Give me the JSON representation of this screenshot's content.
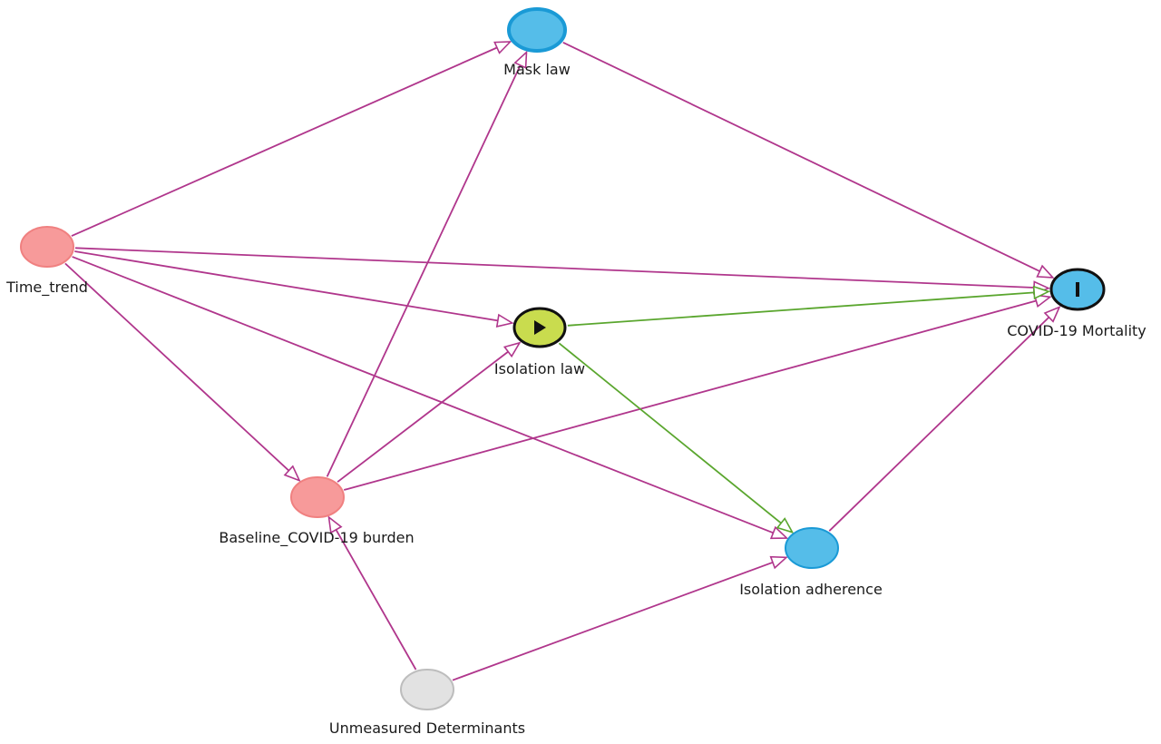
{
  "nodes": {
    "mask_law": {
      "label": "Mask law",
      "role": "other-intervention",
      "fill": "#55bde9",
      "stroke": "#1a9ad6"
    },
    "time_trend": {
      "label": "Time_trend",
      "role": "confounder",
      "fill": "#f79a9a",
      "stroke": "#f08080"
    },
    "isolation_law": {
      "label": "Isolation law",
      "role": "exposure",
      "fill": "#c9dc4e",
      "stroke": "#111111",
      "icon": "play-icon"
    },
    "covid_mortality": {
      "label": "COVID-19 Mortality",
      "role": "outcome",
      "fill": "#55bde9",
      "stroke": "#111111",
      "icon": "bar-icon"
    },
    "baseline_burden": {
      "label": "Baseline_COVID-19 burden",
      "role": "confounder",
      "fill": "#f79a9a",
      "stroke": "#f08080"
    },
    "isolation_adherence": {
      "label": "Isolation adherence",
      "role": "mediator",
      "fill": "#55bde9",
      "stroke": "#1a9ad6"
    },
    "unmeasured_determinants": {
      "label": "Unmeasured Determinants",
      "role": "unobserved",
      "fill": "#e2e2e2",
      "stroke": "#bdbdbd"
    }
  },
  "edges": [
    {
      "from": "time_trend",
      "to": "mask_law",
      "kind": "biasing"
    },
    {
      "from": "time_trend",
      "to": "covid_mortality",
      "kind": "biasing"
    },
    {
      "from": "time_trend",
      "to": "isolation_law",
      "kind": "biasing"
    },
    {
      "from": "time_trend",
      "to": "baseline_burden",
      "kind": "biasing"
    },
    {
      "from": "time_trend",
      "to": "isolation_adherence",
      "kind": "biasing"
    },
    {
      "from": "mask_law",
      "to": "covid_mortality",
      "kind": "biasing"
    },
    {
      "from": "baseline_burden",
      "to": "mask_law",
      "kind": "biasing"
    },
    {
      "from": "baseline_burden",
      "to": "isolation_law",
      "kind": "biasing"
    },
    {
      "from": "baseline_burden",
      "to": "covid_mortality",
      "kind": "biasing"
    },
    {
      "from": "isolation_law",
      "to": "covid_mortality",
      "kind": "causal"
    },
    {
      "from": "isolation_law",
      "to": "isolation_adherence",
      "kind": "causal"
    },
    {
      "from": "isolation_adherence",
      "to": "covid_mortality",
      "kind": "biasing"
    },
    {
      "from": "unmeasured_determinants",
      "to": "baseline_burden",
      "kind": "biasing"
    },
    {
      "from": "unmeasured_determinants",
      "to": "isolation_adherence",
      "kind": "biasing"
    }
  ],
  "colors": {
    "biasing_edge": "#b0368c",
    "causal_edge": "#5aa62e",
    "icon": "#111111"
  }
}
